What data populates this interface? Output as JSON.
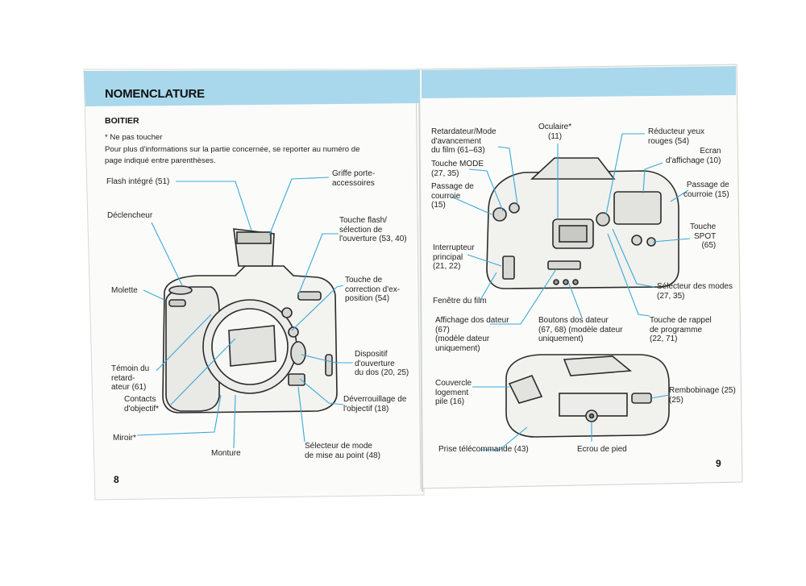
{
  "header": {
    "title": "NOMENCLATURE"
  },
  "left_page": {
    "section": "BOITIER",
    "intro": "* Ne pas toucher\nPour plus d'informations sur la partie concernée, se reporter au numéro de\npage indiqué entre parenthèses.",
    "page_number": "8",
    "labels": {
      "flash": "Flash intégré (51)",
      "griffe": "Griffe porte-\naccessoires",
      "declencheur": "Déclencheur",
      "touche_flash": "Touche flash/\nsélection de\nl'ouverture (53, 40)",
      "molette": "Molette",
      "correction": "Touche de\ncorrection d'ex-\nposition (54)",
      "temoin": "Témoin du\nretard-\nateur (61)",
      "contacts": "Contacts\nd'objectif*",
      "dispositif": "Dispositif\nd'ouverture\ndu dos (20, 25)",
      "deverrouillage": "Déverrouillage de\nl'objectif (18)",
      "miroir": "Miroir*",
      "monture": "Monture",
      "selecteur_mise": "Sélecteur de mode\nde mise au point (48)"
    }
  },
  "right_page": {
    "page_number": "9",
    "labels": {
      "retardateur": "Retardateur/Mode\nd'avancement\ndu film (61–63)",
      "oculaire": "Oculaire*\n(11)",
      "reducteur": "Réducteur yeux\nrouges (54)",
      "ecran": "Ecran\nd'affichage (10)",
      "touche_mode": "Touche MODE\n(27, 35)",
      "passage_left": "Passage de\ncourroie\n(15)",
      "passage_right": "Passage de\ncourroie (15)",
      "touche_spot": "Touche\nSPOT\n(65)",
      "interrupteur": "Interrupteur\nprincipal\n(21, 22)",
      "selecteur_modes": "Sélecteur des modes\n(27, 35)",
      "fenetre": "Fenêtre du film",
      "affichage_dateur": "Affichage dos dateur\n(67)\n(modèle dateur\nuniquement)",
      "boutons_dateur": "Boutons dos dateur\n(67, 68) (modèle dateur\nuniquement)",
      "rappel": "Touche de rappel\nde programme\n(22, 71)",
      "couvercle": "Couvercle\nlogement\npile (16)",
      "rembobinage": "Rembobinage (25)\n(25)",
      "prise": "Prise télécommande (43)",
      "ecrou": "Ecrou de pied"
    }
  },
  "colors": {
    "accent": "#a9d8ec",
    "leader": "#3aa8d8",
    "paper": "#fbfcfa",
    "ink": "#222222"
  }
}
